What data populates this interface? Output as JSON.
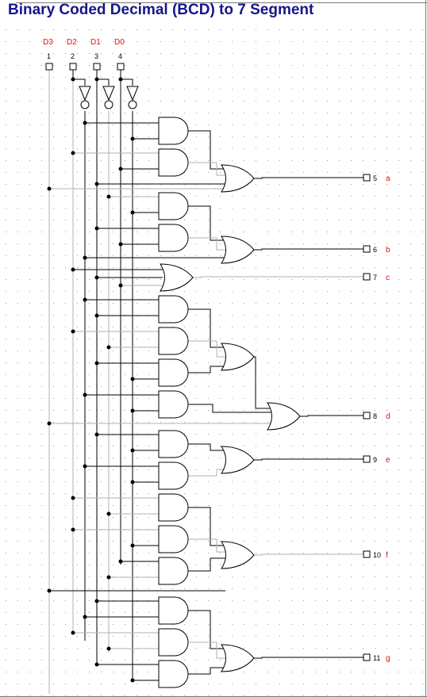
{
  "title": "Binary Coded Decimal (BCD) to 7 Segment",
  "inputs": [
    {
      "name": "D3",
      "pin": "1"
    },
    {
      "name": "D2",
      "pin": "2"
    },
    {
      "name": "D1",
      "pin": "3"
    },
    {
      "name": "D0",
      "pin": "4"
    }
  ],
  "outputs": [
    {
      "pin": "5",
      "segment": "a"
    },
    {
      "pin": "6",
      "segment": "b"
    },
    {
      "pin": "7",
      "segment": "c"
    },
    {
      "pin": "8",
      "segment": "d"
    },
    {
      "pin": "9",
      "segment": "e"
    },
    {
      "pin": "10",
      "segment": "f"
    },
    {
      "pin": "11",
      "segment": "g"
    }
  ],
  "colors": {
    "title": "#16168c",
    "label": "#e01010",
    "wire": "#000000",
    "wire_inverted": "#b0b0b0",
    "grid_dot": "#9a9a9a"
  }
}
